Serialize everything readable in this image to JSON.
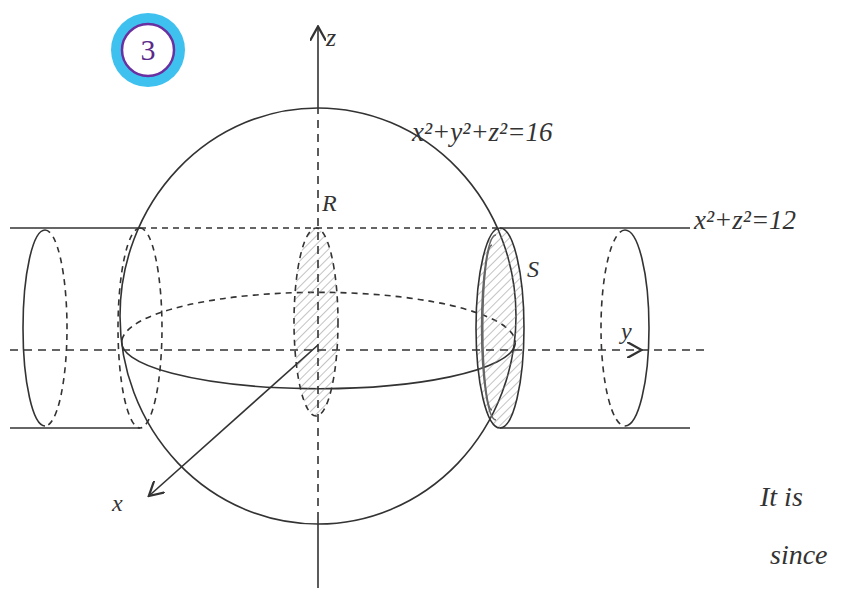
{
  "diagram": {
    "nodes": [
      {
        "text": [
          "3"
        ]
      }
    ],
    "labels": [
      "z",
      "x²+y²+z²=16",
      "x²+z²=12",
      "R",
      "S",
      "y",
      "x",
      "It is",
      "since"
    ]
  }
}
